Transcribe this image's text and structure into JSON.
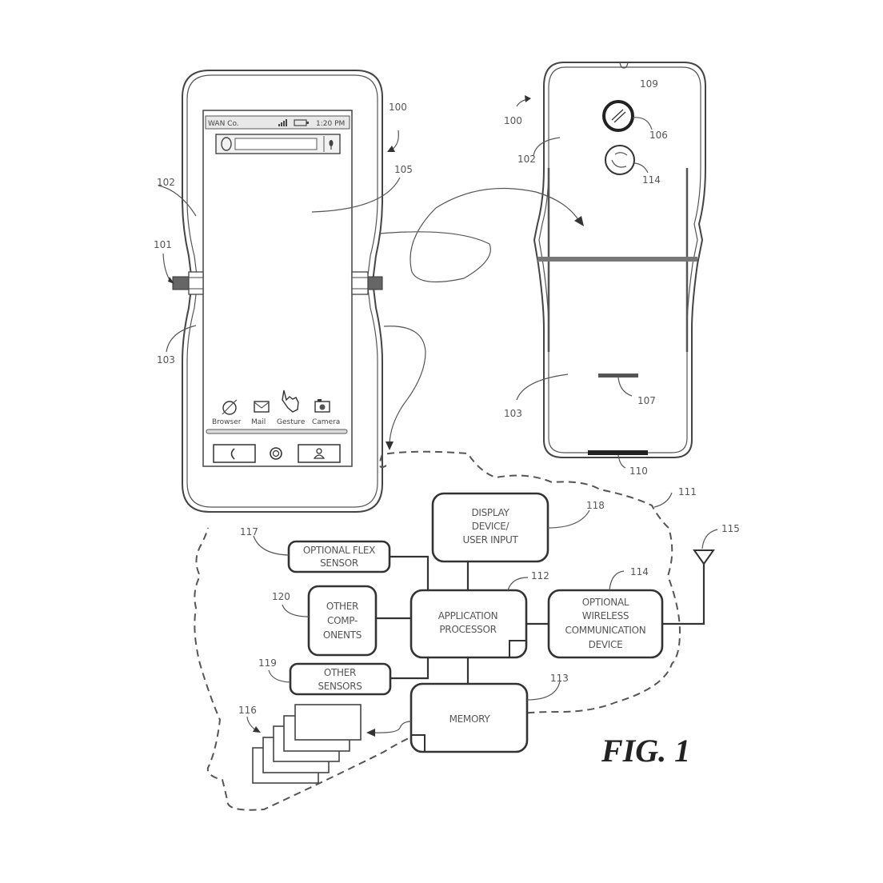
{
  "figure": {
    "title": "FIG. 1",
    "reference_numerals": {
      "device_front": "100",
      "device_back": "100",
      "hinge": "101",
      "upper_housing_front": "102",
      "lower_housing_front": "103",
      "display": "105",
      "upper_housing_back": "102",
      "lower_housing_back": "103",
      "rear_camera": "106",
      "speaker": "107",
      "back_surface": "109",
      "port": "110",
      "internal_boundary": "111",
      "application_processor": "112",
      "memory": "113",
      "wireless_device": "114",
      "rear_sensor": "114",
      "antenna": "115",
      "modules": "116",
      "flex_sensor": "117",
      "display_device": "118",
      "other_sensors": "119",
      "other_components": "120"
    }
  },
  "phone_screen": {
    "status_bar": {
      "carrier": "WAN Co.",
      "time": "1:20 PM",
      "icons": [
        "signal-icon",
        "battery-icon"
      ]
    },
    "search_bar": {
      "icons": [
        "search-icon",
        "microphone-icon"
      ]
    },
    "apps": [
      {
        "label": "Browser",
        "icon": "globe-icon"
      },
      {
        "label": "Mail",
        "icon": "envelope-icon"
      },
      {
        "label": "Gesture",
        "icon": "hand-pointer-icon"
      },
      {
        "label": "Camera",
        "icon": "camera-icon"
      }
    ],
    "dock": [
      "phone-icon",
      "home-icon",
      "contacts-icon"
    ]
  },
  "blocks": {
    "display_device": [
      "DISPLAY",
      "DEVICE/",
      "USER INPUT"
    ],
    "flex_sensor": [
      "OPTIONAL FLEX",
      "SENSOR"
    ],
    "application_processor": [
      "APPLICATION",
      "PROCESSOR"
    ],
    "other_components": [
      "OTHER",
      "COMP-",
      "ONENTS"
    ],
    "other_sensors": [
      "OTHER",
      "SENSORS"
    ],
    "wireless_device": [
      "OPTIONAL",
      "WIRELESS",
      "COMMUNICATION",
      "DEVICE"
    ],
    "memory": [
      "MEMORY"
    ]
  }
}
